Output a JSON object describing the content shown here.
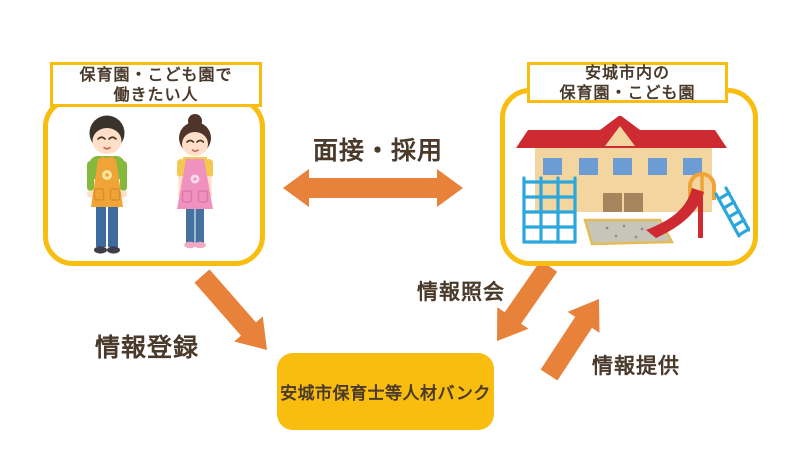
{
  "diagram": {
    "left_box": {
      "label_line1": "保育園・こども園で",
      "label_line2": "働きたい人",
      "illustration": "childcare-workers-illustration"
    },
    "right_box": {
      "label_line1": "安城市内の",
      "label_line2": "保育園・こども園",
      "illustration": "nursery-school-building-illustration"
    },
    "center_box": {
      "label": "安城市保育士等人材バンク"
    },
    "arrows": {
      "interview": {
        "label": "面接・採用",
        "direction": "double-headed-horizontal",
        "between": [
          "left_box",
          "right_box"
        ]
      },
      "register": {
        "label": "情報登録",
        "direction": "down-right",
        "from": "left_box",
        "to": "center_box"
      },
      "inquiry": {
        "label": "情報照会",
        "direction": "down-left",
        "from": "right_box",
        "to": "center_box"
      },
      "provide": {
        "label": "情報提供",
        "direction": "up-right",
        "from": "center_box",
        "to": "right_box"
      }
    },
    "colors": {
      "accent_gold": "#F8BD0F",
      "arrow_orange": "#E8813A",
      "text_brown": "#4A3A2B"
    }
  }
}
